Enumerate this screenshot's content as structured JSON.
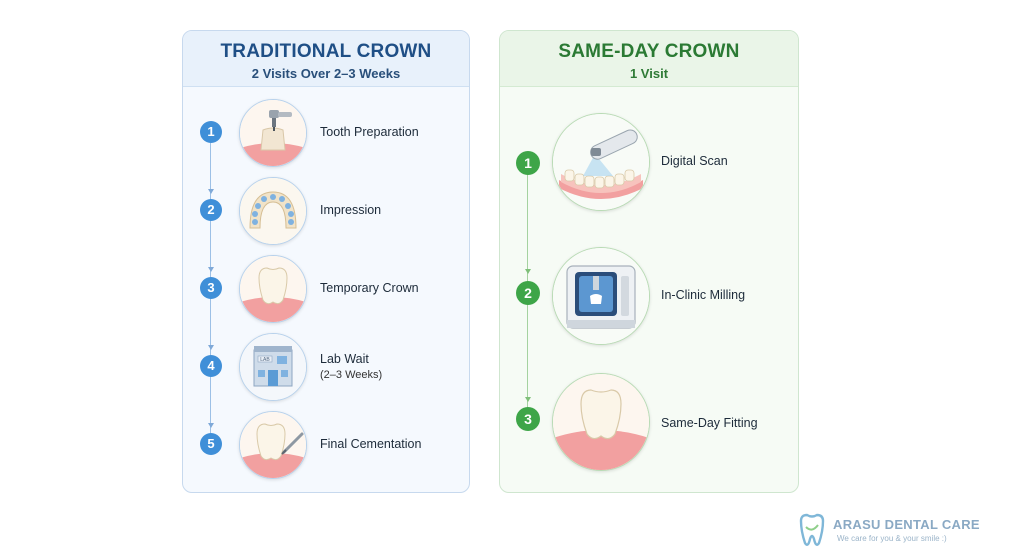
{
  "traditional": {
    "title": "TRADITIONAL CROWN",
    "subtitle": "2 Visits Over 2–3 Weeks",
    "steps": [
      {
        "number": "1",
        "label": "Tooth Preparation",
        "sub": ""
      },
      {
        "number": "2",
        "label": "Impression",
        "sub": ""
      },
      {
        "number": "3",
        "label": "Temporary Crown",
        "sub": ""
      },
      {
        "number": "4",
        "label": "Lab Wait",
        "sub": "(2–3 Weeks)"
      },
      {
        "number": "5",
        "label": "Final Cementation",
        "sub": ""
      }
    ],
    "lab_sign": "LAB"
  },
  "same_day": {
    "title": "SAME-DAY CROWN",
    "subtitle": "1 Visit",
    "steps": [
      {
        "number": "1",
        "label": "Digital Scan"
      },
      {
        "number": "2",
        "label": "In-Clinic Milling"
      },
      {
        "number": "3",
        "label": "Same-Day Fitting"
      }
    ]
  },
  "brand": {
    "name": "ARASU DENTAL CARE",
    "tagline": "We care for you & your smile :)"
  },
  "colors": {
    "traditional_accent": "#3f8fd8",
    "same_day_accent": "#3ea548",
    "gum": "#f2a0a0",
    "tooth": "#f7efe0"
  }
}
